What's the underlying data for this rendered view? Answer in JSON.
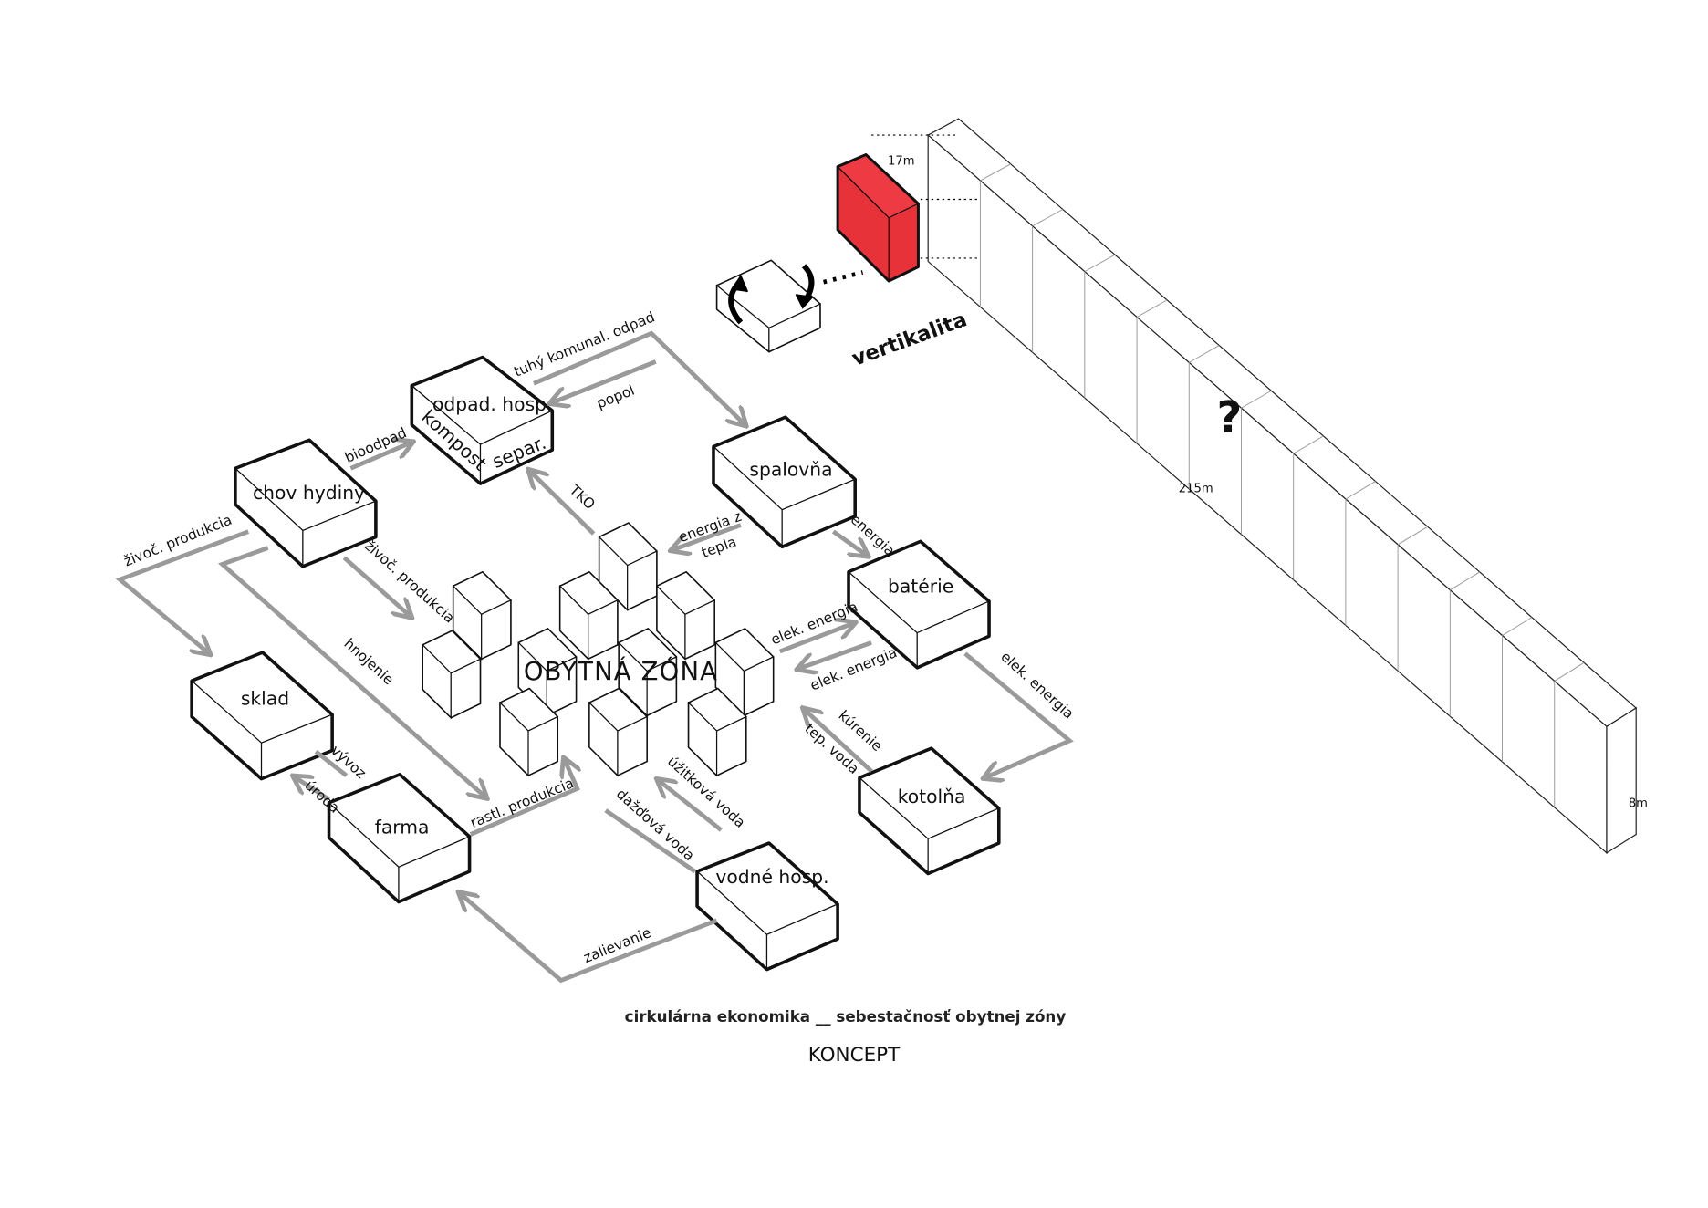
{
  "diagram": {
    "buildings": {
      "odpad": "odpad. hosp.",
      "kompost": "kompost",
      "separ": "separ.",
      "chov": "chov hydiny",
      "spalovna": "spalovňa",
      "baterie": "batérie",
      "sklad": "sklad",
      "farma": "farma",
      "kotolna": "kotolňa",
      "vodne": "vodné hosp."
    },
    "center_label": "OBYTNÁ ZÓNA",
    "flows": {
      "tuhy": "tuhý komunal. odpad",
      "popol": "popol",
      "bioodpad": "bioodpad",
      "tko": "TKO",
      "energia_z": "energia z",
      "tepla": "tepla",
      "energia": "energia",
      "elek1": "elek. energia",
      "elek2": "elek. energia",
      "elek3": "elek. energia",
      "kurenie": "kúrenie",
      "tepvoda": "tep. voda",
      "uzitkova": "úžitková voda",
      "dazdova": "dažďová voda",
      "rastl": "rastl. produkcia",
      "zalievanie": "zalievanie",
      "hnojenie": "hnojenie",
      "zivoc1": "živoč. produkcia",
      "zivoc2": "živoč. produkcia",
      "vyvoz": "vývoz",
      "uroda": "úroda"
    },
    "vertical": {
      "label": "vertikalita",
      "question": "?",
      "dim_height": "17m",
      "dim_length": "215m",
      "dim_width": "8m"
    },
    "caption": "cirkulárna ekonomika __ sebestačnosť obytnej zóny",
    "title": "KONCEPT",
    "colors": {
      "highlight": "#e8323a",
      "arrow": "#9a9a9a"
    }
  }
}
